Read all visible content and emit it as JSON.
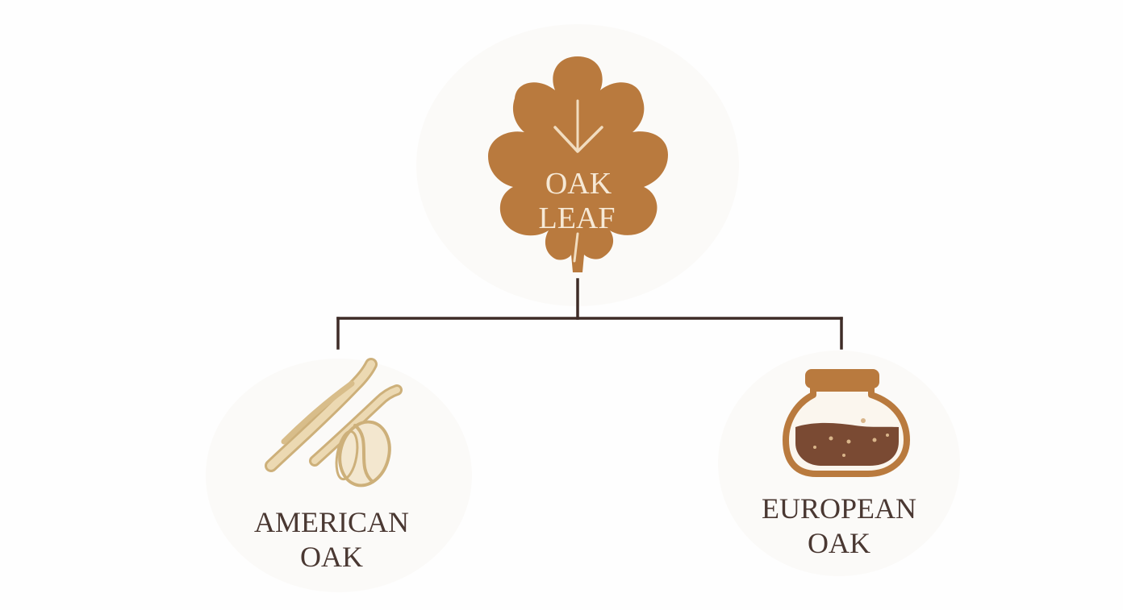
{
  "root": {
    "label_line1": "OAK",
    "label_line2": "LEAF"
  },
  "branches": [
    {
      "label_line1": "AMERICAN",
      "label_line2": "OAK"
    },
    {
      "label_line1": "EUROPEAN",
      "label_line2": "OAK"
    }
  ],
  "colors": {
    "leaf": "#b97a3e",
    "leaf_text": "#f6e9d6",
    "connector": "#3e2c27",
    "label_text": "#4a3832",
    "vanilla": "#e2c99a",
    "vanilla_outline": "#cdb07a",
    "jar": "#b97a3e",
    "jar_fill": "#7a4a33",
    "jar_speck": "#d9b58a"
  },
  "icons": {
    "root": "oak-leaf-icon",
    "american": "vanilla-bean-icon",
    "european": "spice-jar-icon"
  }
}
